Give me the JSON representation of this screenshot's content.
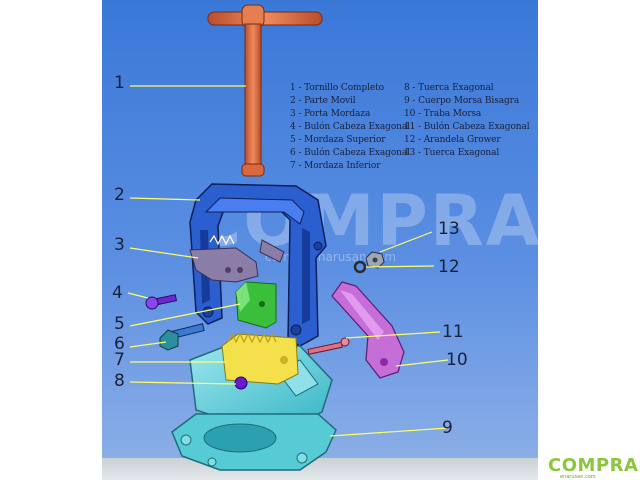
{
  "legend": {
    "left": [
      "1 - Tornillo Completo",
      "2 - Parte Movil",
      "3 - Porta Mordaza",
      "4 - Bulón Cabeza Exagonal",
      "5 - Mordaza Superior",
      "6 - Bulón Cabeza Exagonal",
      "7 - Mordaza Inferior"
    ],
    "right": [
      "8 - Tuerca Exagonal",
      "9 - Cuerpo Morsa Bisagra",
      "10 - Traba Morsa",
      "11 - Bulón Cabeza Exagonal",
      "12 - Arandela Grower",
      "13 - Tuerca Exagonal"
    ]
  },
  "callouts": [
    "1",
    "2",
    "3",
    "4",
    "5",
    "6",
    "7",
    "8",
    "9",
    "10",
    "11",
    "12",
    "13"
  ],
  "watermark": {
    "text": "COMPRA",
    "subtext": "compraenarusan.com"
  },
  "brand": {
    "text": "COMPRA",
    "subtext": "enarusan.com"
  },
  "colors": {
    "background": "#4a84de",
    "leader_lines": "#ffff66",
    "screw": "#e0754a",
    "movable_part": "#2a5ccc",
    "jaw": "#f4e04a",
    "upper_jaw": "#3bbf3b",
    "body": "#4fc9d4",
    "lock": "#c46ad6",
    "bolt": "#6f2ad6"
  }
}
